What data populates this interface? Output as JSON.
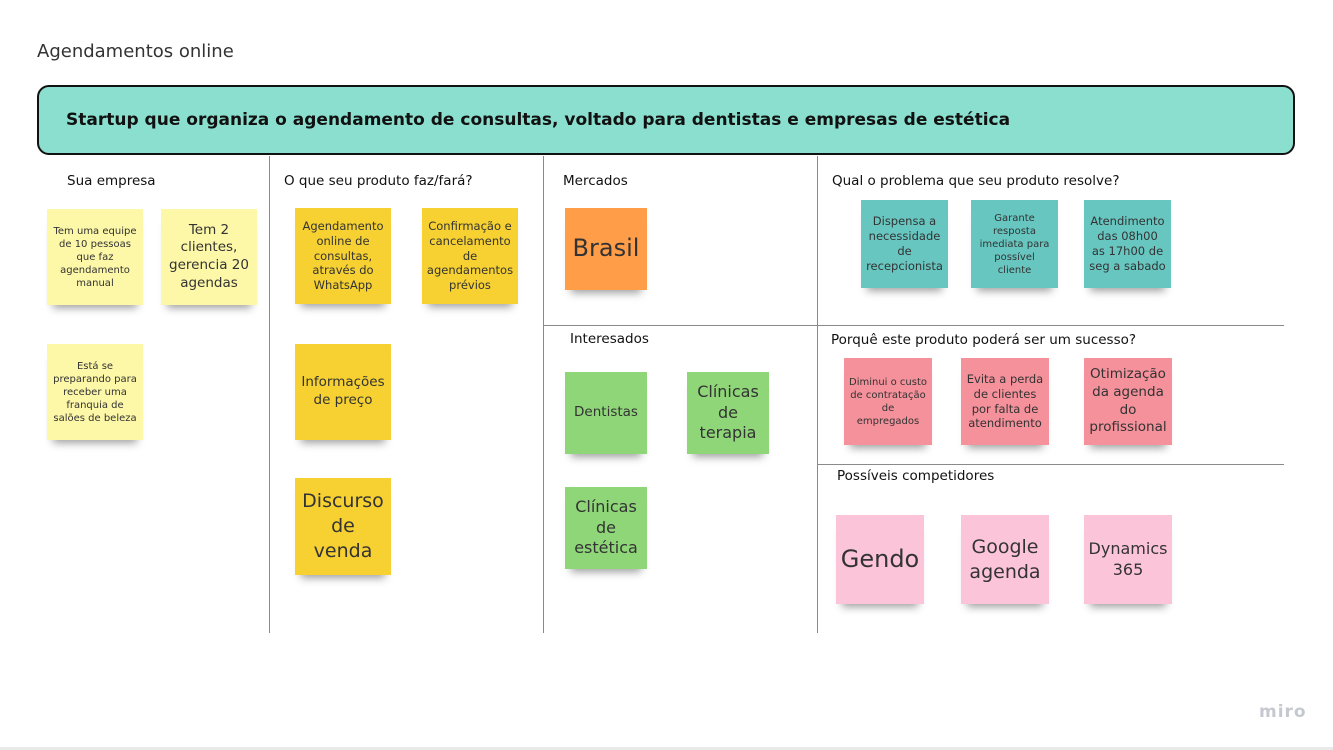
{
  "board": {
    "title": "Agendamentos online",
    "banner": "Startup que organiza o agendamento de consultas, voltado para dentistas e empresas de estética",
    "logo": "miro"
  },
  "sections": {
    "sua_empresa": {
      "label": "Sua empresa",
      "notes": [
        "Tem uma equipe de 10 pessoas que faz agendamento manual",
        "Tem 2 clientes, gerencia 20 agendas",
        "Está se preparando para receber uma franquia de salões de beleza"
      ]
    },
    "produto": {
      "label": "O que seu produto faz/fará?",
      "notes": [
        "Agendamento online de consultas, através do WhatsApp",
        "Confirmação e cancelamento de agendamentos prévios",
        "Informações de preço",
        "Discurso de venda"
      ]
    },
    "mercados": {
      "label": "Mercados",
      "notes": [
        "Brasil"
      ]
    },
    "interessados": {
      "label": "Interesados",
      "notes": [
        "Dentistas",
        "Clínicas de terapia",
        "Clínicas de estética"
      ]
    },
    "problema": {
      "label": "Qual o problema que seu produto resolve?",
      "notes": [
        "Dispensa a necessidade de recepcionista",
        "Garante resposta imediata para possível cliente",
        "Atendimento das 08h00 as 17h00 de seg a sabado"
      ]
    },
    "sucesso": {
      "label": "Porquê este produto poderá ser um sucesso?",
      "notes": [
        "Diminui o custo de contratação de empregados",
        "Evita a perda de clientes por falta de atendimento",
        "Otimização da agenda do profissional"
      ]
    },
    "competidores": {
      "label": "Possíveis competidores",
      "notes": [
        "Gendo",
        "Google agenda",
        "Dynamics 365"
      ]
    }
  },
  "colors": {
    "banner": "#8adfcf",
    "note_yellow_light": "#fdf7a8",
    "note_yellow": "#f6d131",
    "note_orange": "#ff9d48",
    "note_green": "#8fd679",
    "note_teal": "#67c6c0",
    "note_red": "#f4919b",
    "note_pink": "#fcc4d8"
  }
}
